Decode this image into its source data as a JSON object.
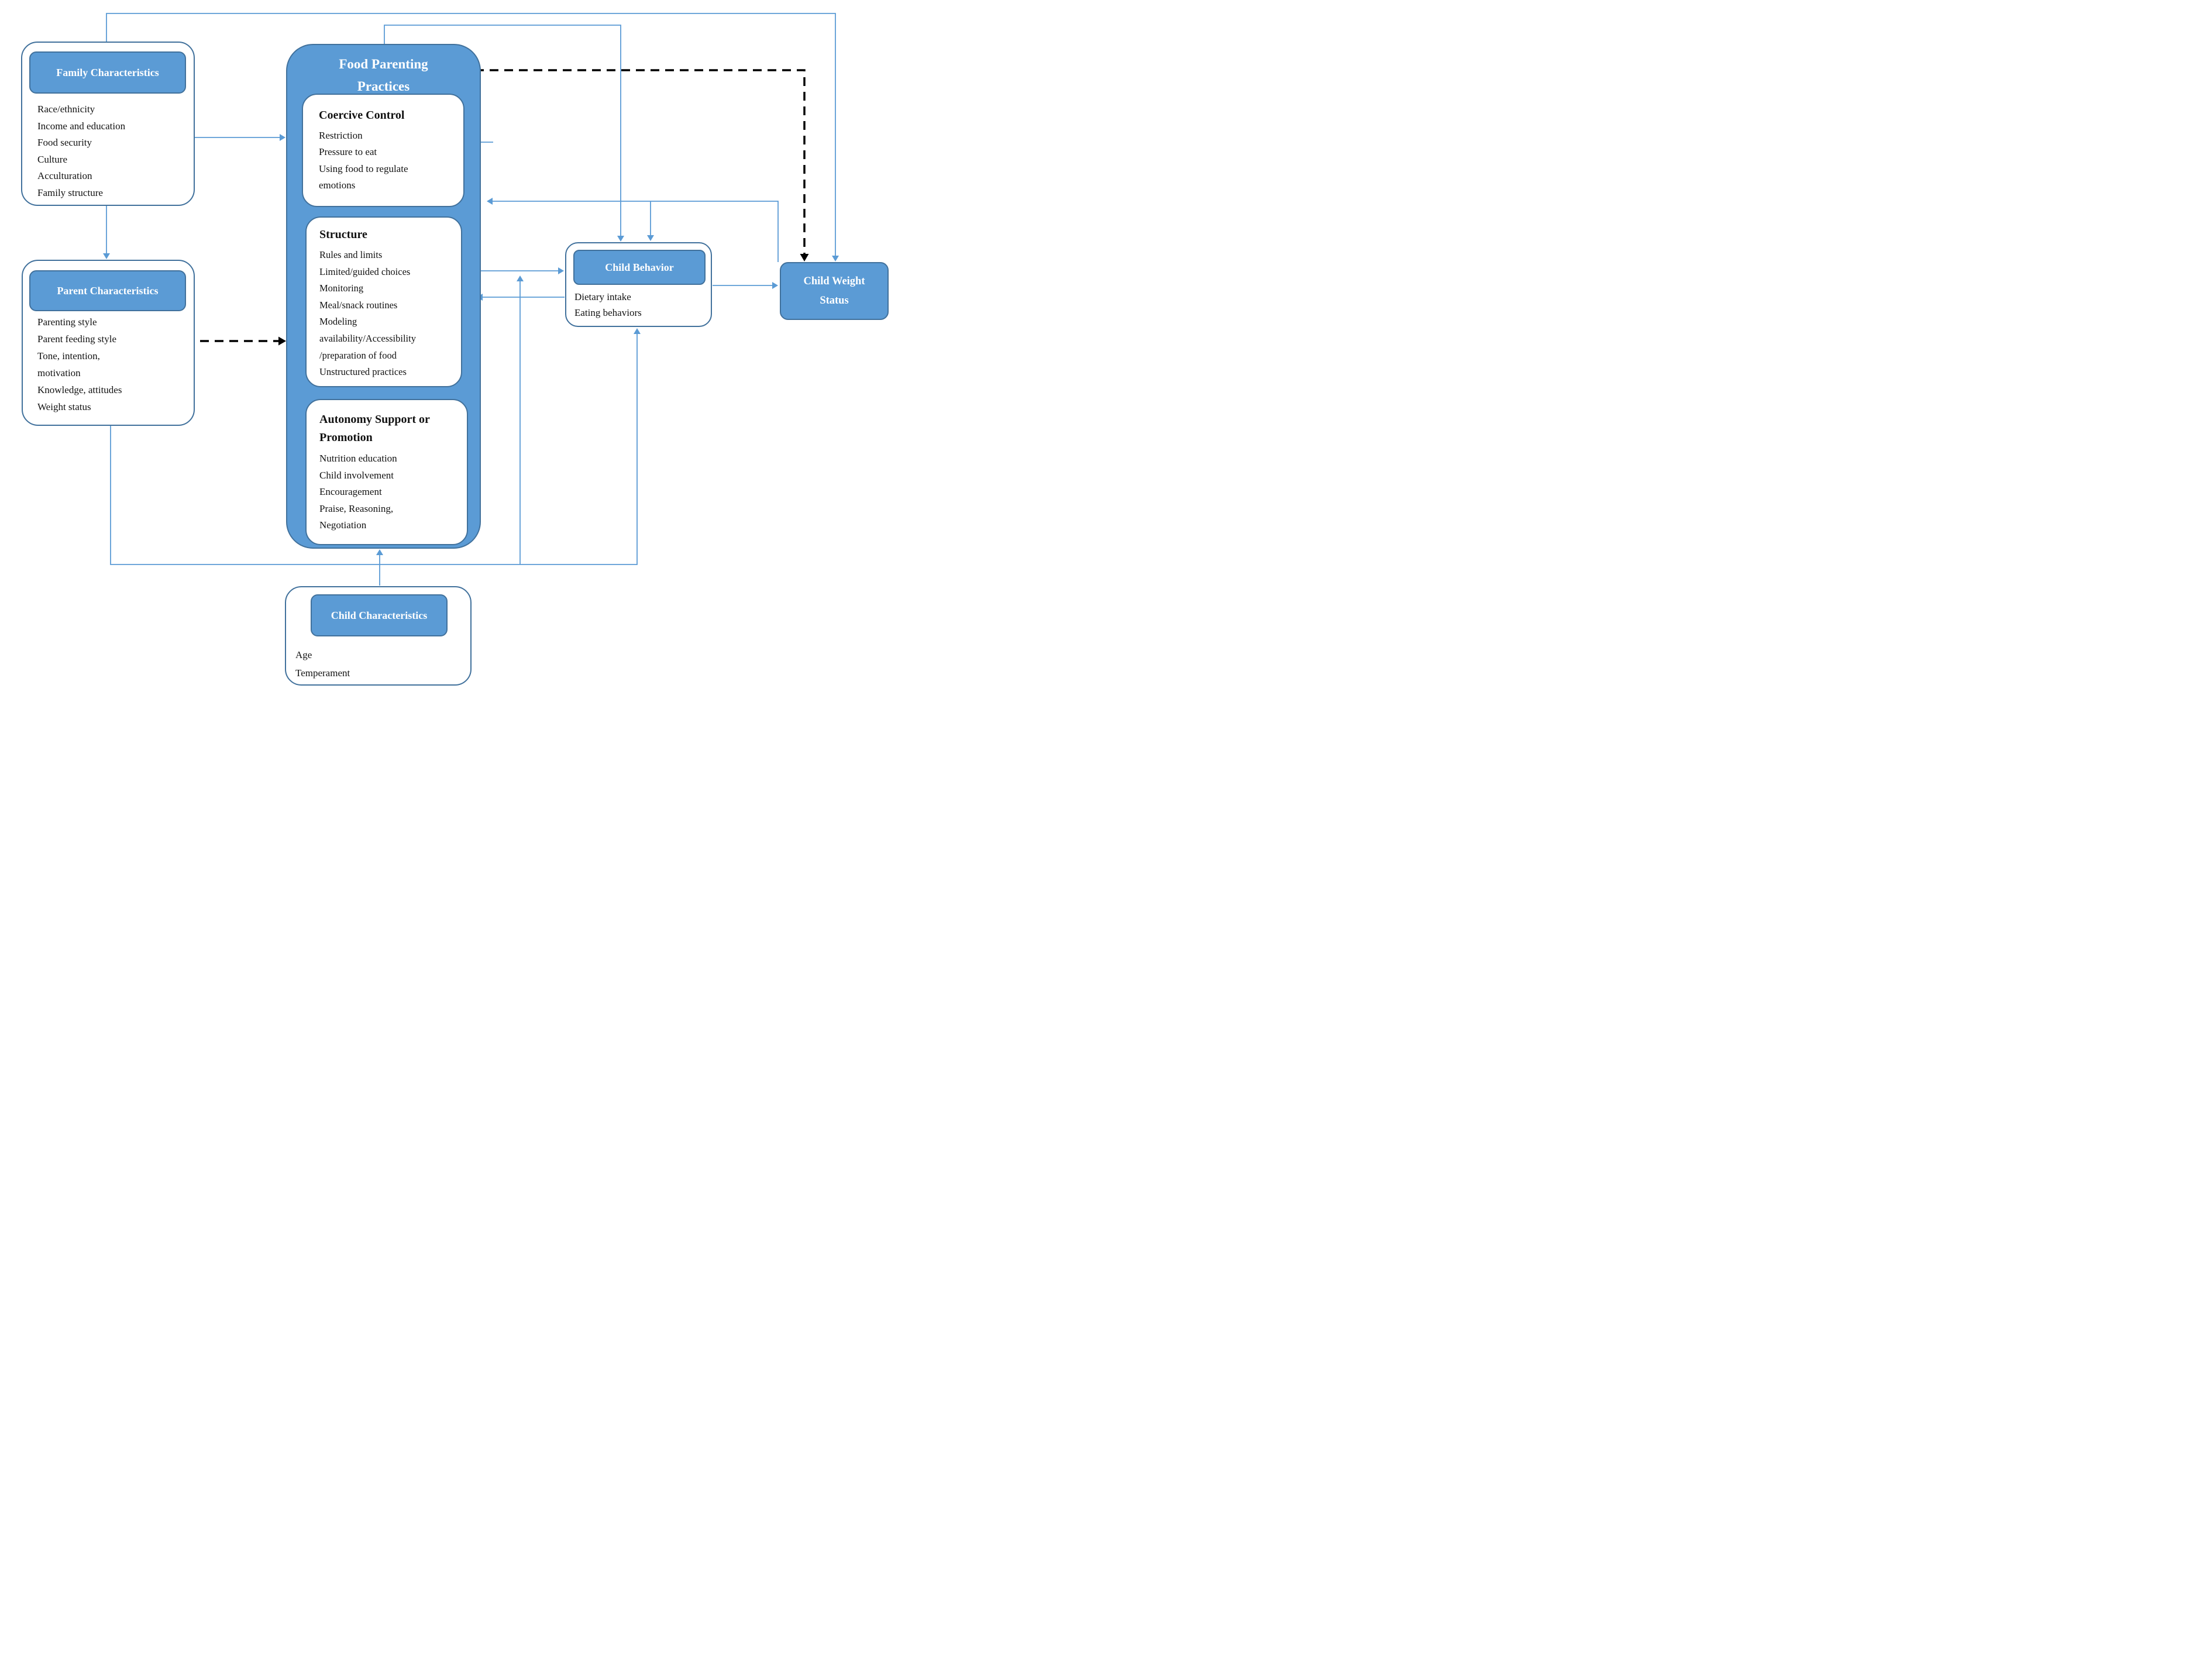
{
  "family": {
    "title": "Family Characteristics",
    "items": [
      "Race/ethnicity",
      "Income and education",
      "Food security",
      "Culture",
      "Acculturation",
      "Family structure"
    ]
  },
  "parent": {
    "title": "Parent Characteristics",
    "items": [
      "Parenting style",
      "Parent feeding style",
      "Tone, intention,",
      "motivation",
      "Knowledge, attitudes",
      "Weight status"
    ],
    "circled_item": "Parenting style"
  },
  "fpp": {
    "title": "Food Parenting Practices",
    "coercive": {
      "title": "Coercive Control",
      "items": [
        "Restriction",
        "Pressure to eat",
        "Using food to regulate",
        "emotions"
      ]
    },
    "structure": {
      "title": "Structure",
      "items": [
        "Rules and limits",
        "Limited/guided choices",
        "Monitoring",
        "Meal/snack routines",
        "Modeling",
        "availability/Accessibility",
        "/preparation of food",
        "Unstructured practices"
      ]
    },
    "autonomy": {
      "title": "Autonomy Support or Promotion",
      "items": [
        "Nutrition education",
        "Child involvement",
        "Encouragement",
        "Praise, Reasoning,",
        "Negotiation"
      ]
    }
  },
  "childBehavior": {
    "title": "Child Behavior",
    "items": [
      "Dietary intake",
      "Eating behaviors"
    ]
  },
  "childWeight": {
    "title": "Child Weight Status"
  },
  "childChar": {
    "title": "Child Characteristics",
    "items": [
      "Age",
      "Temperament"
    ]
  },
  "edges": [
    {
      "from": "family-characteristics",
      "to": "child-weight-status",
      "style": "solid-blue",
      "route": "top"
    },
    {
      "from": "family-characteristics",
      "to": "food-parenting-practices",
      "style": "solid-blue"
    },
    {
      "from": "family-characteristics",
      "to": "parent-characteristics",
      "style": "solid-blue"
    },
    {
      "from": "parent-characteristics",
      "to": "food-parenting-practices",
      "style": "dashed-black"
    },
    {
      "from": "food-parenting-practices",
      "to": "child-weight-status",
      "style": "dashed-black"
    },
    {
      "from": "food-parenting-practices",
      "to": "child-behavior",
      "style": "solid-blue",
      "route": "top"
    },
    {
      "from": "food-parenting-practices",
      "to": "child-behavior",
      "style": "solid-blue",
      "route": "middle"
    },
    {
      "from": "child-behavior",
      "to": "food-parenting-practices",
      "style": "solid-blue"
    },
    {
      "from": "child-behavior",
      "to": "child-weight-status",
      "style": "solid-blue"
    },
    {
      "from": "child-weight-status",
      "to": "food-parenting-practices",
      "style": "solid-blue"
    },
    {
      "from": "child-weight-status",
      "to": "child-behavior",
      "style": "solid-blue"
    },
    {
      "from": "parent-characteristics",
      "to": "child-behavior",
      "style": "solid-blue",
      "route": "bottom-loop"
    },
    {
      "from": "bottom-loop",
      "to": "food-parenting-practices",
      "style": "solid-blue",
      "route": "branch-up"
    },
    {
      "from": "child-characteristics",
      "to": "food-parenting-practices",
      "style": "solid-blue"
    },
    {
      "from": "unlabeled",
      "to": "coercive-control",
      "style": "solid-blue",
      "route": "stub"
    }
  ],
  "colors": {
    "box_fill": "#5b9bd5",
    "box_border": "#41719c",
    "arrow_blue": "#5b9bd5",
    "arrow_black": "#000000",
    "text_dark": "#111111",
    "text_light": "#ffffff"
  }
}
